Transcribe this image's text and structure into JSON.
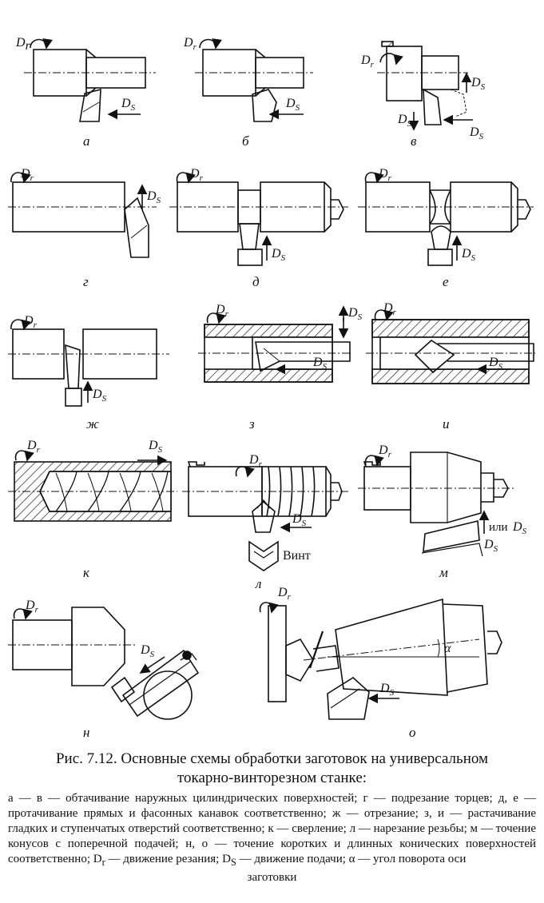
{
  "figure": {
    "panels": [
      {
        "id": "a",
        "letter": "а"
      },
      {
        "id": "b",
        "letter": "б"
      },
      {
        "id": "v",
        "letter": "в"
      },
      {
        "id": "g",
        "letter": "г"
      },
      {
        "id": "d",
        "letter": "д"
      },
      {
        "id": "e",
        "letter": "е"
      },
      {
        "id": "zh",
        "letter": "ж"
      },
      {
        "id": "z",
        "letter": "з"
      },
      {
        "id": "i",
        "letter": "и"
      },
      {
        "id": "k",
        "letter": "к"
      },
      {
        "id": "l",
        "letter": "л"
      },
      {
        "id": "m",
        "letter": "м"
      },
      {
        "id": "n",
        "letter": "н"
      },
      {
        "id": "o",
        "letter": "о"
      }
    ],
    "labels": {
      "dr": "D",
      "dr_sub": "r",
      "ds": "D",
      "ds_sub": "S",
      "vint": "Винт",
      "ili": "или",
      "alpha": "α"
    }
  },
  "caption": {
    "line1": "Рис. 7.12. Основные схемы обработки заготовок на универсальном",
    "line2": "токарно-винторезном станке:"
  },
  "legend": {
    "text": "а — в — обтачивание наружных цилиндрических поверхностей; г — подрезание торцев; д, е — протачивание прямых и фасонных канавок соответственно; ж — отрезание; з, и — растачивание гладких и ступенчатых отверстий соответственно; к — сверление; л — нарезание резьбы; м — точение конусов с поперечной подачей; н, о — точение коротких и длинных конических поверхностей соответственно; D",
    "sub_r": "r",
    "text2": " — движение резания; D",
    "sub_s": "S",
    "text3": " — движение подачи; α — угол поворота оси",
    "last": "заготовки"
  }
}
